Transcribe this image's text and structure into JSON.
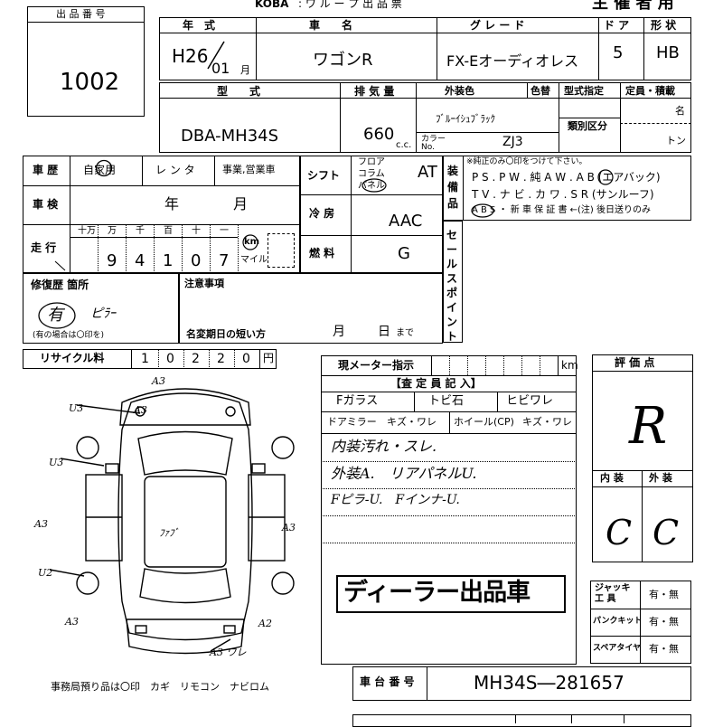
{
  "header": {
    "top_left": "KOBA",
    "top_mid": ": ワ ル ー プ 出 品 票",
    "top_right": "主 催 者 用"
  },
  "lot": {
    "label": "出 品 番 号",
    "number": "1002"
  },
  "vehicle": {
    "year_label": "年　式",
    "year": "H26",
    "month": "01",
    "month_unit": "月",
    "model_label": "車　　名",
    "model": "ワゴンR",
    "grade_label": "グ レ ー ド",
    "grade": "FX-Eオーディオレス",
    "doors_label": "ド ア",
    "doors": "5",
    "body_label": "形 状",
    "body": "HB",
    "type_label": "型　　式",
    "type": "DBA-MH34S",
    "disp_label": "排 気 量",
    "disp": "660",
    "disp_unit": "c.c.",
    "color_label": "外装色",
    "color": "ﾌﾞﾙｰｲｼｭﾌﾞﾗｯｸ",
    "color_no_label": "カラー No.",
    "color_no": "ZJ3",
    "color_change_label": "色替",
    "type_spec_label": "型式指定",
    "class_label": "類別区分",
    "capacity_label": "定員・積載",
    "capacity_unit1": "名",
    "capacity_unit2": "トン"
  },
  "history": {
    "label": "車 歴",
    "private": "自家用",
    "rental": "レ ン タ",
    "business": "事業,営業車",
    "inspection_label": "車 検",
    "insp_year": "年",
    "insp_month": "月",
    "mileage_label": "走 行",
    "digit_labels": [
      "十万",
      "万",
      "千",
      "百",
      "十",
      "一"
    ],
    "digits": [
      "",
      "9",
      "4",
      "1",
      "0",
      "7"
    ],
    "unit_km": "km",
    "unit_mile": "マイル"
  },
  "shift": {
    "label": "シフト",
    "opts": [
      "フロア",
      "コラム",
      "パネル"
    ],
    "value": "AT",
    "ac_label": "冷 房",
    "ac": "AAC",
    "fuel_label": "燃 料",
    "fuel": "G"
  },
  "equip": {
    "label": "装備品",
    "note": "※純正のみ〇印をつけて下さい。",
    "line1": "P S . P W . 純 A W . A B (エアバック)",
    "line2": "T V . ナ ビ . カ ワ . S R (サンルーフ)",
    "line3": "A B S ・ 新 車 保 証 書 ←(注) 後日送りのみ"
  },
  "sales_point_label": "セールスポイント",
  "repair": {
    "label": "修復歴 箇所",
    "value": "有",
    "value_hand": "ピﾗｰ",
    "note": "(有の場合は〇印を)"
  },
  "caution": {
    "label": "注意事項",
    "short_label": "名変期日の短い方",
    "month": "月",
    "day": "日",
    "suffix": "まで"
  },
  "recycle": {
    "label": "リサイクル料",
    "digits": [
      "1",
      "0",
      "2",
      "2",
      "0"
    ],
    "unit": "円"
  },
  "meter": {
    "label": "現メーター指示",
    "unit": "km",
    "inspector_label": "【査 定 員 記 入】",
    "row1": [
      "Fガラス",
      "トビ石",
      "ヒビワレ"
    ],
    "row2": [
      "ドアミラー",
      "キズ・ワレ",
      "ホイール(CP)",
      "キズ・ワレ"
    ],
    "notes": [
      "内装汚れ・スレ.",
      "外装A.　リアパネルU.",
      "Fピラ-U.　Fインナ-U."
    ],
    "stamp": "ディーラー出品車"
  },
  "grade_box": {
    "label": "評 価 点",
    "value": "R",
    "interior_label": "内 装",
    "exterior_label": "外 装",
    "interior": "C",
    "exterior": "C"
  },
  "tools": {
    "jack_label": "ジャッキ 工 具",
    "puncture_label": "パンクキット",
    "spare_label": "スペアタイヤ",
    "opt": "有・無"
  },
  "diagram": {
    "marks": [
      "A3",
      "A3",
      "U3",
      "U3",
      "A3",
      "A3",
      "U2",
      "A3",
      "A2",
      "A3 ワレ"
    ],
    "center": "ﾌｧﾌﾞ",
    "footer": "事務局預り品は〇印　カギ　リモコン　ナビロム"
  },
  "chassis": {
    "label": "車 台 番 号",
    "value": "MH34S―281657"
  }
}
